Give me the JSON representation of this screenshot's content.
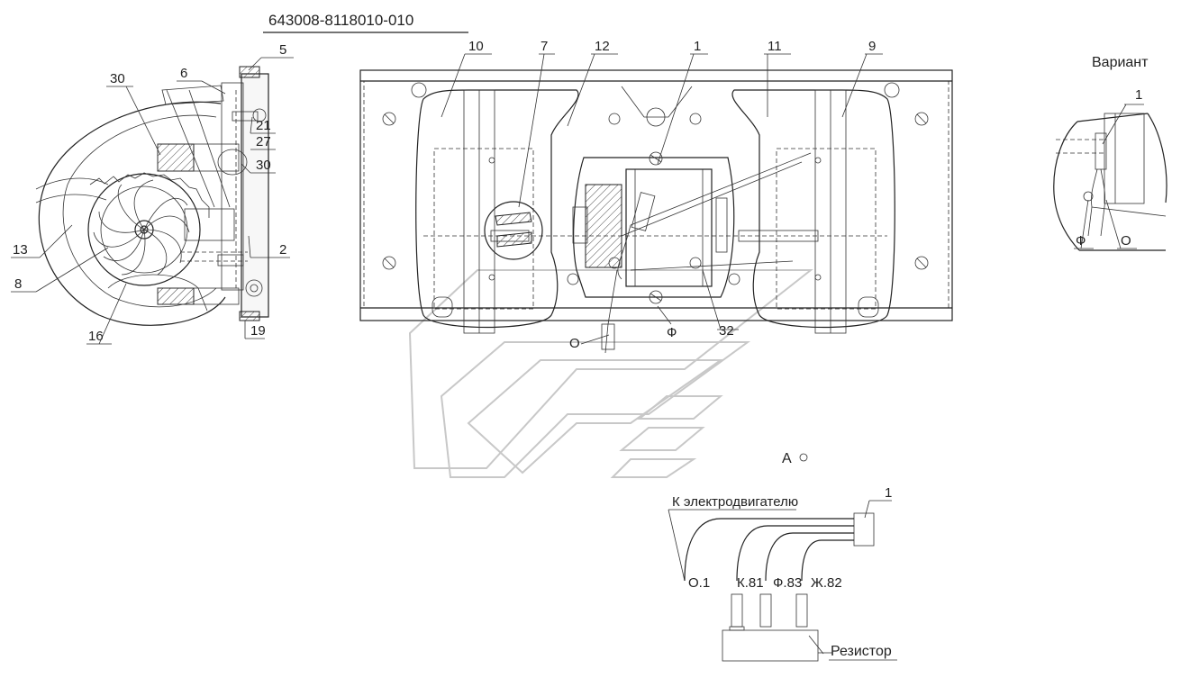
{
  "drawing": {
    "part_number": "643008-8118010-010",
    "side_callouts": [
      "5",
      "6",
      "30",
      "21",
      "27",
      "30",
      "2",
      "13",
      "8",
      "16",
      "19"
    ],
    "main_callouts": [
      "10",
      "7",
      "12",
      "1",
      "11",
      "9",
      "О",
      "Ф",
      "32"
    ],
    "variant_label": "Вариант",
    "variant_callouts": [
      "1",
      "Ф",
      "О"
    ],
    "view_mark": "А",
    "wiring": {
      "callout": "1",
      "to_motor_label": "К электродвигателю",
      "terminals": [
        "О.1",
        "К.81",
        "Ф.83",
        "Ж.82"
      ],
      "resistor_label": "Резистор"
    }
  },
  "colors": {
    "line": "#222222",
    "watermark": "#c8c8c8",
    "background": "#ffffff"
  }
}
